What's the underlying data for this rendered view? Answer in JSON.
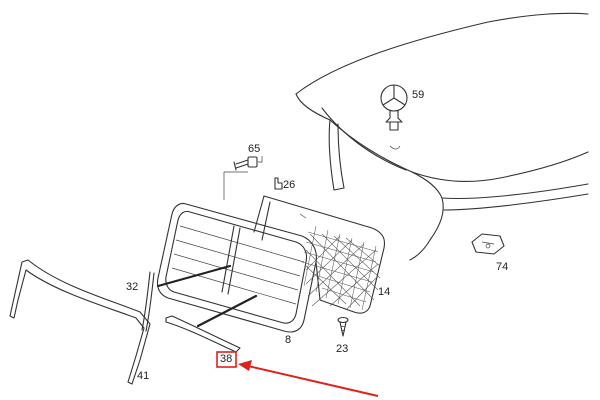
{
  "diagram": {
    "callouts": [
      {
        "id": "59",
        "text": "59"
      },
      {
        "id": "65",
        "text": "65"
      },
      {
        "id": "26",
        "text": "26"
      },
      {
        "id": "74",
        "text": "74"
      },
      {
        "id": "32",
        "text": "32"
      },
      {
        "id": "14",
        "text": "14"
      },
      {
        "id": "23",
        "text": "23"
      },
      {
        "id": "8",
        "text": "8"
      },
      {
        "id": "38",
        "text": "38"
      },
      {
        "id": "41",
        "text": "41"
      }
    ],
    "highlight": {
      "part": "38",
      "box_color": "#e0201b",
      "arrow_color": "#e0201b"
    }
  }
}
